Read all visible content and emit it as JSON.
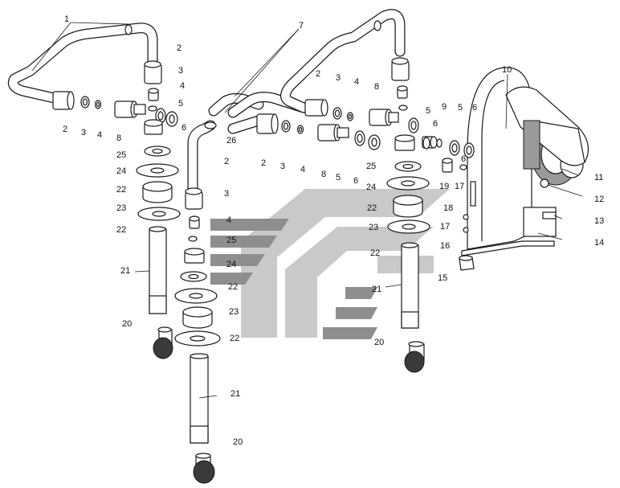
{
  "labels": [
    {
      "id": "l1a",
      "text": "1"
    },
    {
      "id": "l2a",
      "text": "2"
    },
    {
      "id": "l3a",
      "text": "3"
    },
    {
      "id": "l4a",
      "text": "4"
    },
    {
      "id": "l5a",
      "text": "5"
    },
    {
      "id": "l6a",
      "text": "6"
    },
    {
      "id": "l8a",
      "text": "8"
    },
    {
      "id": "l25a",
      "text": "25"
    },
    {
      "id": "l24a",
      "text": "24"
    },
    {
      "id": "l22a",
      "text": "22"
    },
    {
      "id": "l23a",
      "text": "23"
    },
    {
      "id": "l22b",
      "text": "22"
    },
    {
      "id": "l21a",
      "text": "21"
    },
    {
      "id": "l20a",
      "text": "20"
    },
    {
      "id": "l2b",
      "text": "2"
    },
    {
      "id": "l3b",
      "text": "3"
    },
    {
      "id": "l4b",
      "text": "4"
    },
    {
      "id": "l2c",
      "text": "2"
    },
    {
      "id": "l3c",
      "text": "3"
    },
    {
      "id": "l4c",
      "text": "4"
    },
    {
      "id": "l25b",
      "text": "25"
    },
    {
      "id": "l24b",
      "text": "24"
    },
    {
      "id": "l22c",
      "text": "22"
    },
    {
      "id": "l23b",
      "text": "23"
    },
    {
      "id": "l22d",
      "text": "22"
    },
    {
      "id": "l21b",
      "text": "21"
    },
    {
      "id": "l20b",
      "text": "20"
    },
    {
      "id": "l7",
      "text": "7"
    },
    {
      "id": "l26",
      "text": "26"
    },
    {
      "id": "l2d",
      "text": "2"
    },
    {
      "id": "l3d",
      "text": "3"
    },
    {
      "id": "l4d",
      "text": "4"
    },
    {
      "id": "l8b",
      "text": "8"
    },
    {
      "id": "l5b",
      "text": "5"
    },
    {
      "id": "l2e",
      "text": "2"
    },
    {
      "id": "l3e",
      "text": "3"
    },
    {
      "id": "l4e",
      "text": "4"
    },
    {
      "id": "l8c",
      "text": "8"
    },
    {
      "id": "l6b",
      "text": "6"
    },
    {
      "id": "l5c",
      "text": "5"
    },
    {
      "id": "l9",
      "text": "9"
    },
    {
      "id": "l6c",
      "text": "6"
    },
    {
      "id": "l25c",
      "text": "25"
    },
    {
      "id": "l6d",
      "text": "6"
    },
    {
      "id": "l24c",
      "text": "24"
    },
    {
      "id": "l22e",
      "text": "22"
    },
    {
      "id": "l23c",
      "text": "23"
    },
    {
      "id": "l22f",
      "text": "22"
    },
    {
      "id": "l21c",
      "text": "21"
    },
    {
      "id": "l20c",
      "text": "20"
    },
    {
      "id": "l10",
      "text": "10"
    },
    {
      "id": "l5d",
      "text": "5"
    },
    {
      "id": "l6e",
      "text": "6"
    },
    {
      "id": "l11",
      "text": "11"
    },
    {
      "id": "l12",
      "text": "12"
    },
    {
      "id": "l13",
      "text": "13"
    },
    {
      "id": "l14",
      "text": "14"
    },
    {
      "id": "l19",
      "text": "19"
    },
    {
      "id": "l17a",
      "text": "17"
    },
    {
      "id": "l18",
      "text": "18"
    },
    {
      "id": "l17b",
      "text": "17"
    },
    {
      "id": "l16",
      "text": "16"
    },
    {
      "id": "l15",
      "text": "15"
    }
  ]
}
